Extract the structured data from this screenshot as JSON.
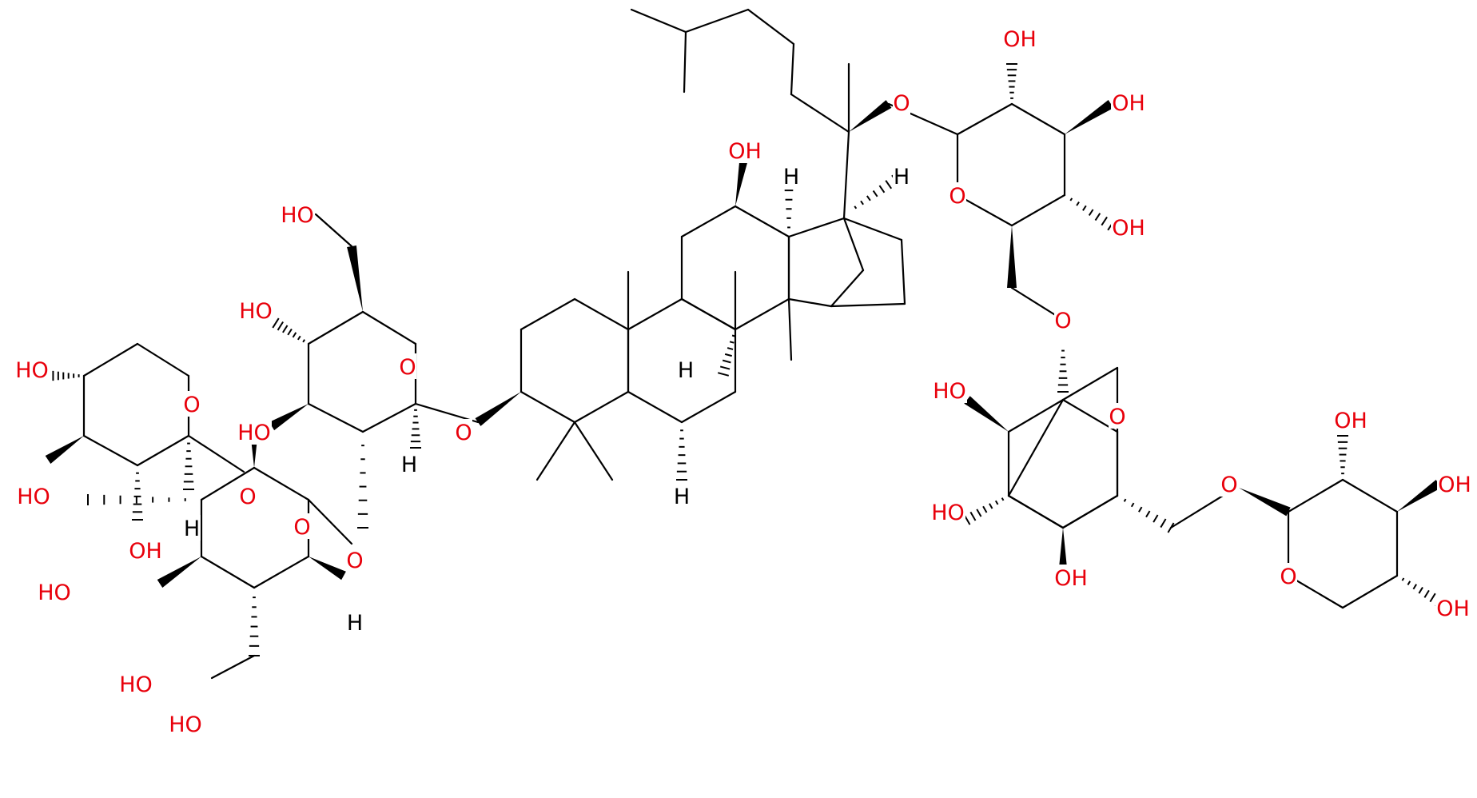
{
  "colors": {
    "bond": "#000000",
    "oxygen": "#e8000b",
    "hydrogen": "#000000",
    "background": "#ffffff"
  },
  "labels": {
    "oh": "OH",
    "ho": "HO",
    "o": "O",
    "h": "H"
  }
}
